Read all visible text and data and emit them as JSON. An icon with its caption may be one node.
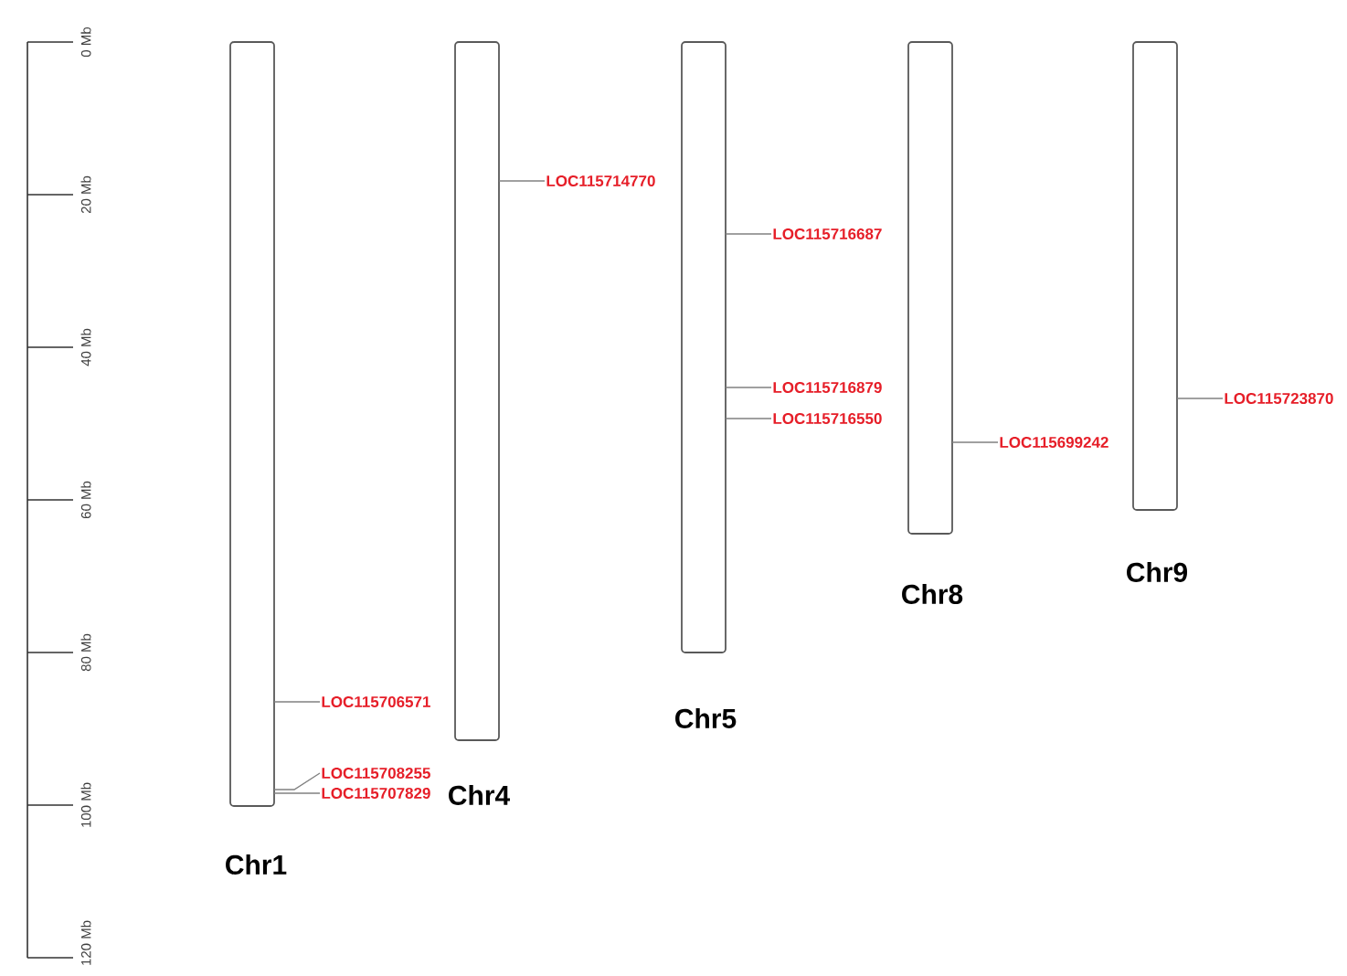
{
  "diagram": {
    "nodes": [
      {
        "text": [
          "Chr1"
        ]
      },
      {
        "text": [
          "Chr4"
        ]
      },
      {
        "text": [
          "Chr5"
        ]
      },
      {
        "text": [
          "Chr8"
        ]
      },
      {
        "text": [
          "Chr9"
        ]
      },
      {
        "text": [
          "LOC115706571"
        ]
      },
      {
        "text": [
          "LOC115708255"
        ]
      },
      {
        "text": [
          "LOC115707829"
        ]
      },
      {
        "text": [
          "LOC115714770"
        ]
      },
      {
        "text": [
          "LOC115716687"
        ]
      },
      {
        "text": [
          "LOC115716879"
        ]
      },
      {
        "text": [
          "LOC115716550"
        ]
      },
      {
        "text": [
          "LOC115699242"
        ]
      },
      {
        "text": [
          "LOC115723870"
        ]
      }
    ],
    "edges": [
      {
        "from": 5,
        "to": 0,
        "arrow": "none"
      },
      {
        "from": 6,
        "to": 0,
        "arrow": "none"
      },
      {
        "from": 7,
        "to": 0,
        "arrow": "none"
      },
      {
        "from": 8,
        "to": 1,
        "arrow": "none"
      },
      {
        "from": 9,
        "to": 2,
        "arrow": "none"
      },
      {
        "from": 10,
        "to": 2,
        "arrow": "none"
      },
      {
        "from": 11,
        "to": 2,
        "arrow": "none"
      },
      {
        "from": 12,
        "to": 3,
        "arrow": "none"
      },
      {
        "from": 13,
        "to": 4,
        "arrow": "none"
      }
    ],
    "labels": [
      "0 Mb",
      "20 Mb",
      "40 Mb",
      "60 Mb",
      "80 Mb",
      "100 Mb",
      "120 Mb"
    ]
  }
}
